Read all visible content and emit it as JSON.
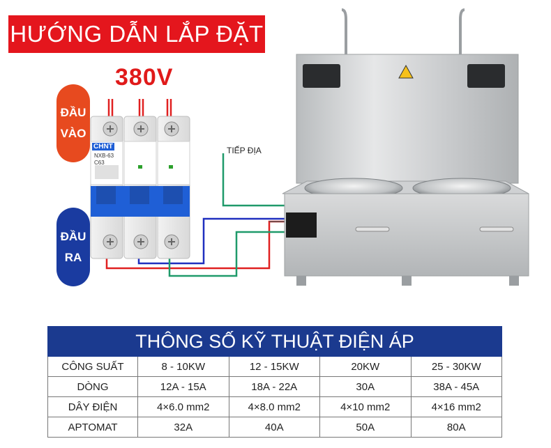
{
  "header": {
    "title": "HƯỚNG DẪN LẮP ĐẶT",
    "voltage": "380V"
  },
  "labels": {
    "input_line1": "ĐẦU",
    "input_line2": "VÀO",
    "output_line1": "ĐẦU",
    "output_line2": "RA",
    "ground": "TIẾP ĐỊA"
  },
  "breaker": {
    "brand": "CHNT",
    "model": "NXB-63",
    "rating": "C63"
  },
  "colors": {
    "banner_red": "#e4161d",
    "voltage_red": "#e01a1a",
    "input_badge": "#e74a1f",
    "output_badge": "#1a3ba0",
    "table_header": "#1b3a8f",
    "wire_red": "#e02020",
    "wire_blue": "#1f2fbf",
    "wire_green": "#1f9a6a"
  },
  "spec_table": {
    "title": "THÔNG SỐ KỸ THUẬT ĐIỆN ÁP",
    "rows": [
      {
        "label": "CÔNG SUẤT",
        "values": [
          "8 - 10KW",
          "12 - 15KW",
          "20KW",
          "25 - 30KW"
        ]
      },
      {
        "label": "DÒNG",
        "values": [
          "12A - 15A",
          "18A - 22A",
          "30A",
          "38A - 45A"
        ]
      },
      {
        "label": "DÂY ĐIỆN",
        "values": [
          "4×6.0 mm2",
          "4×8.0 mm2",
          "4×10 mm2",
          "4×16 mm2"
        ]
      },
      {
        "label": "APTOMAT",
        "values": [
          "32A",
          "40A",
          "50A",
          "80A"
        ]
      }
    ]
  }
}
